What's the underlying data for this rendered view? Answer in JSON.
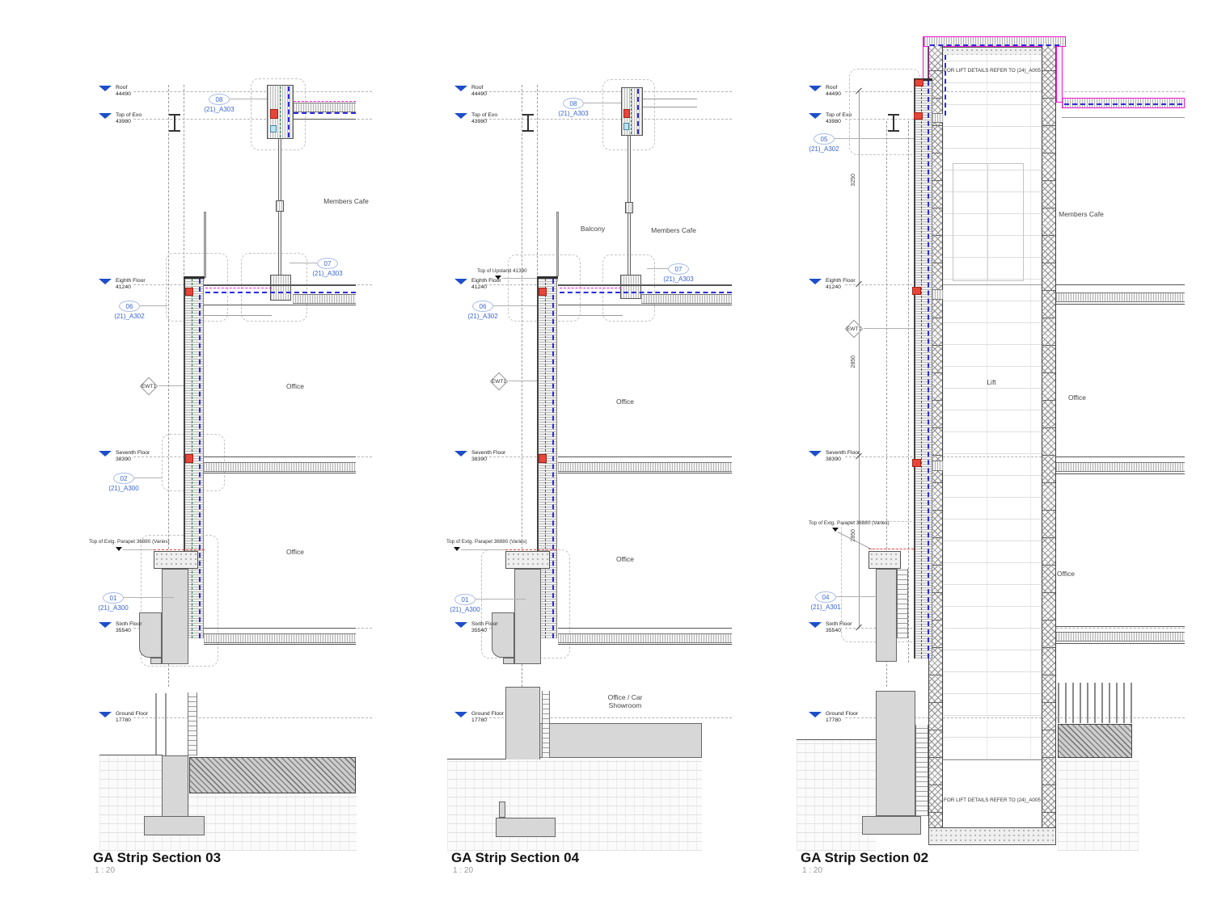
{
  "drawing": {
    "levels": [
      {
        "name": "Roof",
        "elev": "44490"
      },
      {
        "name": "Top of Exo",
        "elev": "43980"
      },
      {
        "name": "Eighth Floor",
        "elev": "41240"
      },
      {
        "name": "Seventh Floor",
        "elev": "38390"
      },
      {
        "name": "Sixth Floor",
        "elev": "35540"
      },
      {
        "name": "Ground Floor",
        "elev": "17780"
      }
    ],
    "wall_tag": "EWT1",
    "notes": {
      "parapet": "Top of Extg. Parapet 36880 (Varies)",
      "upstand": "Top of Upstand 41390",
      "lift": "FOR LIFT DETAILS REFER TO (24)_A005"
    },
    "dims": {
      "roof_to_eighth": "3250",
      "eighth_to_seventh": "2850",
      "seventh_to_sixth": "2850"
    },
    "callouts": {
      "c01": {
        "num": "01",
        "ref": "(21)_A300"
      },
      "c02": {
        "num": "02",
        "ref": "(21)_A300"
      },
      "c04": {
        "num": "04",
        "ref": "(21)_A301"
      },
      "c05": {
        "num": "05",
        "ref": "(21)_A302"
      },
      "c06": {
        "num": "06",
        "ref": "(21)_A302"
      },
      "c07": {
        "num": "07",
        "ref": "(21)_A303"
      },
      "c08": {
        "num": "08",
        "ref": "(21)_A303"
      }
    },
    "rooms": {
      "members_cafe": "Members Cafe",
      "office": "Office",
      "balcony": "Balcony",
      "lift": "Lift",
      "office_car_showroom": "Office / Car Showroom"
    },
    "sections": [
      {
        "title": "GA Strip Section 03",
        "scale": "1 : 20"
      },
      {
        "title": "GA Strip Section 04",
        "scale": "1 : 20"
      },
      {
        "title": "GA Strip Section 02",
        "scale": "1 : 20"
      }
    ],
    "colors": {
      "level_marker_blue": "#1d4ec9",
      "callout_blue": "#3a66d4",
      "insulation_magenta": "#f316d6",
      "vcl_blue": "#2b2be0",
      "membrane_green": "#0d7a30",
      "firestop_red": "#e8453a"
    }
  }
}
